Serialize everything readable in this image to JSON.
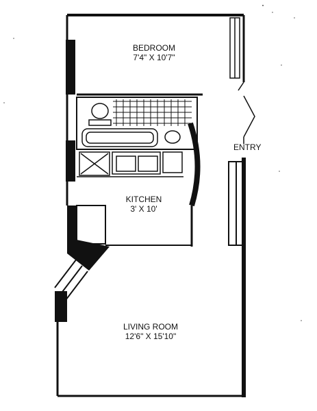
{
  "rooms": {
    "bedroom": {
      "name": "BEDROOM",
      "dims": "7'4\" X 10'7\""
    },
    "kitchen": {
      "name": "KITCHEN",
      "dims": "3' X 10'"
    },
    "living_room": {
      "name": "LIVING ROOM",
      "dims": "12'6\" X 15'10\""
    },
    "entry": {
      "name": "ENTRY"
    }
  },
  "colors": {
    "wall": "#111111",
    "background": "#ffffff"
  }
}
